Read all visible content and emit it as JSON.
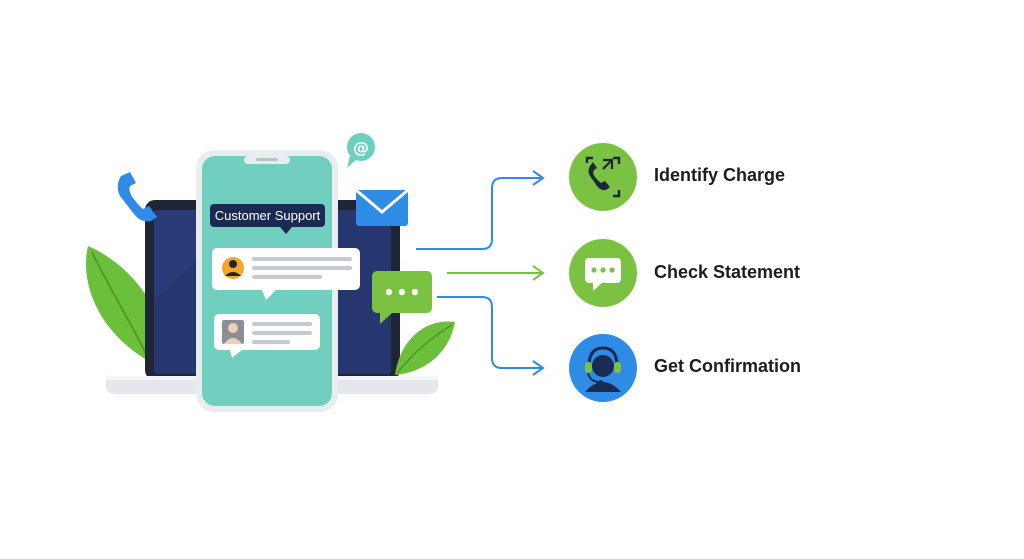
{
  "phone": {
    "header_label": "Customer Support"
  },
  "steps": [
    {
      "label": "Identify Charge",
      "icon": "phone-icon",
      "color": "#7cc242"
    },
    {
      "label": "Check Statement",
      "icon": "chat-bubble-icon",
      "color": "#7cc242"
    },
    {
      "label": "Get Confirmation",
      "icon": "headset-agent-icon",
      "color": "#2e8be6"
    }
  ],
  "colors": {
    "green": "#7cc242",
    "blue": "#2e8be6",
    "teal": "#6fcfbf",
    "navy": "#1b2a52",
    "laptop_screen": "#26366e"
  }
}
